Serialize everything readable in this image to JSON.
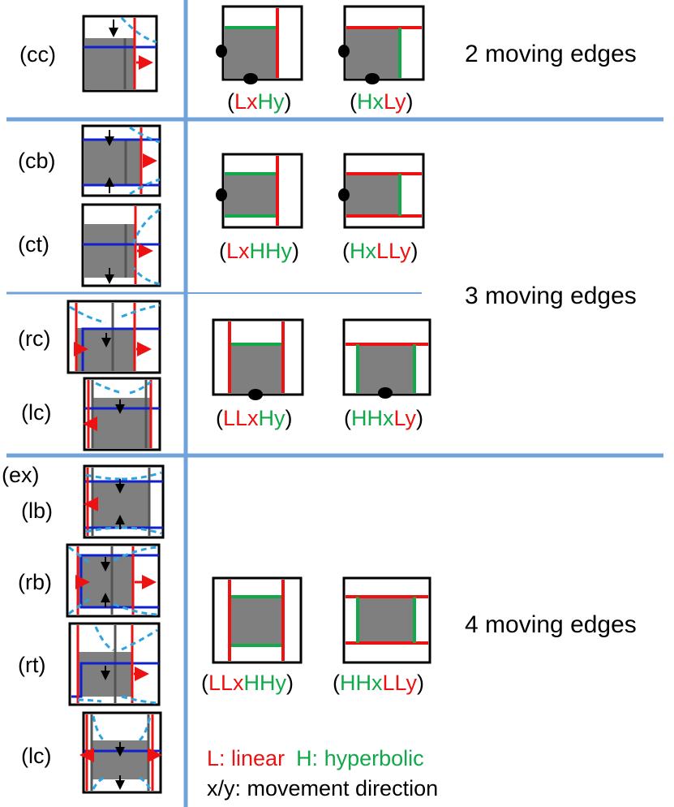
{
  "colors": {
    "divider": "#6fa3d9",
    "linear": "#ee1111",
    "hyperbolic": "#11a84a",
    "blue_line": "#1020cc",
    "dashed_curve": "#2ea3e0",
    "gray_fill": "#7f7f7f",
    "dark_gray": "#555555",
    "black": "#000000"
  },
  "row_labels": {
    "cc": "(cc)",
    "cb": "(cb)",
    "ct": "(ct)",
    "rc": "(rc)",
    "lc_top": "(lc)",
    "ex": "(ex)",
    "lb": "(lb)",
    "rb": "(rb)",
    "rt": "(rt)",
    "lc_bottom": "(lc)"
  },
  "sections": {
    "two": "2 moving edges",
    "three": "3 moving edges",
    "four": "4 moving edges"
  },
  "captions": {
    "c1": {
      "open": "(",
      "p1": "Lx",
      "p2": "Hy",
      "close": ")"
    },
    "c2": {
      "open": "(",
      "p1": "Hx",
      "p2": "Ly",
      "close": ")"
    },
    "c3": {
      "open": "(",
      "p1": "Lx",
      "p2": "HHy",
      "close": ")"
    },
    "c4": {
      "open": "(",
      "p1": "Hx",
      "p2": "LLy",
      "close": ")"
    },
    "c5": {
      "open": "(",
      "p1": "LLx",
      "p2": "Hy",
      "close": ")"
    },
    "c6": {
      "open": "(",
      "p1": "HHx",
      "p2": "Ly",
      "close": ")"
    },
    "c7": {
      "open": "(",
      "p1": "LLx",
      "p2": "HHy",
      "close": ")"
    },
    "c8": {
      "open": "(",
      "p1": "HHx",
      "p2": "LLy",
      "close": ")"
    }
  },
  "legend": {
    "linear": "L: linear",
    "hyperbolic": "H: hyperbolic",
    "direction": "x/y: movement direction"
  }
}
